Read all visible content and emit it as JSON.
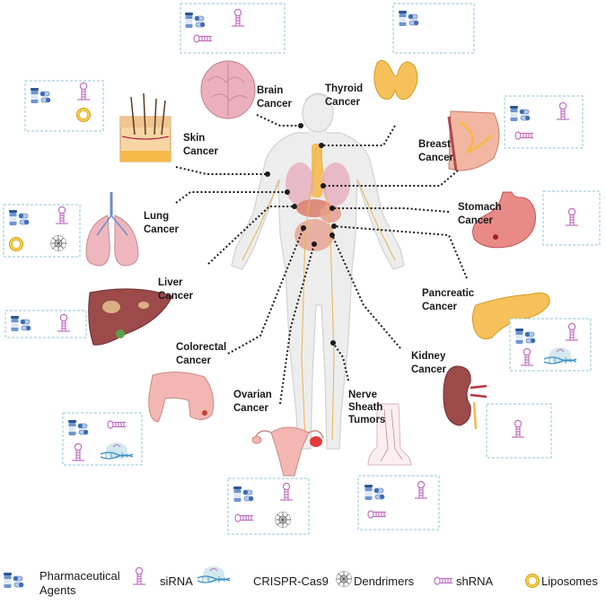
{
  "organs": {
    "brain": "Brain",
    "brain_2": "Cancer",
    "thyroid": "Thyroid",
    "thyroid_2": "Cancer",
    "skin": "Skin",
    "skin_2": "Cancer",
    "breast": "Breast",
    "breast_2": "Cancer",
    "lung": "Lung",
    "lung_2": "Cancer",
    "stomach": "Stomach",
    "stomach_2": "Cancer",
    "liver": "Liver",
    "liver_2": "Cancer",
    "pancreatic": "Pancreatic",
    "pancreatic_2": "Cancer",
    "colorectal": "Colorectal",
    "colorectal_2": "Cancer",
    "kidney": "Kidney",
    "kidney_2": "Cancer",
    "ovarian": "Ovarian",
    "ovarian_2": "Cancer",
    "nerve": "Nerve",
    "nerve_2": "Sheath",
    "nerve_3": "Tumors"
  },
  "legend": {
    "pharma": "Pharmaceutical",
    "pharma_2": "Agents",
    "sirna": "siRNA",
    "crispr": "CRISPR-Cas9",
    "dendrimers": "Dendrimers",
    "shrna": "shRNA",
    "liposomes": "Liposomes"
  },
  "colors": {
    "box_border": "#8fc6d8",
    "pill_blue": "#3f6db3",
    "rna_purple": "#c070c0",
    "liposome_gold": "#e0b21c",
    "body_fill": "#ededed",
    "connector": "#1a1a1a"
  }
}
